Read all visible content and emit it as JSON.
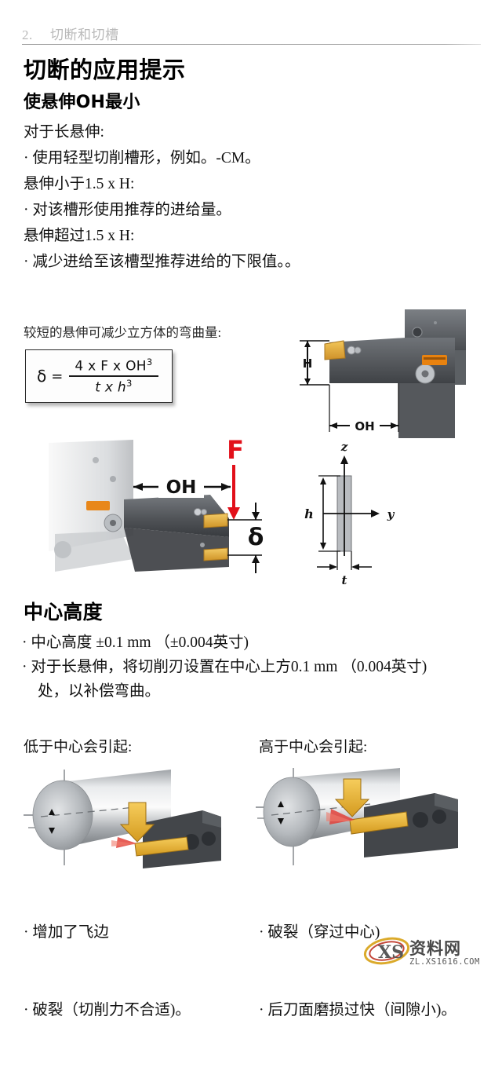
{
  "header": {
    "chapter_number": "2.",
    "chapter_title": "切断和切槽"
  },
  "page_title": "切断的应用提示",
  "section_overhang": {
    "heading": "使悬伸OH最小",
    "lines": [
      "对于长悬伸:",
      "· 使用轻型切削槽形，例如。-CM。",
      "悬伸小于1.5 x H:",
      "· 对该槽形使用推荐的进给量。",
      "悬伸超过1.5 x H:",
      "· 减少进给至该槽型推荐进给的下限值。。"
    ]
  },
  "formula": {
    "caption": "较短的悬伸可减少立方体的弯曲量:",
    "symbol": "δ",
    "equals": "=",
    "numerator": "4 x F x OH",
    "numerator_exp": "3",
    "denominator": "t x h",
    "denominator_exp": "3"
  },
  "figures": {
    "holder_top": {
      "name": "tool-holder-overhang-diagram",
      "labels": {
        "height": "H",
        "overhang": "OH"
      }
    },
    "holder_mid": {
      "name": "tool-holder-deflection-diagram",
      "labels": {
        "force": "F",
        "overhang": "OH",
        "deflection": "δ"
      }
    },
    "cross_section": {
      "name": "bar-cross-section-diagram",
      "labels": {
        "z_axis": "z",
        "y_axis": "y",
        "height": "h",
        "thickness": "t"
      }
    },
    "below_center": {
      "name": "insert-below-center-illustration"
    },
    "above_center": {
      "name": "insert-above-center-illustration"
    }
  },
  "section_center_height": {
    "heading": "中心高度",
    "bullets": [
      "· 中心高度 ±0.1 mm （±0.004英寸)",
      "· 对于长悬伸，将切削刃设置在中心上方0.1 mm （0.004英寸)",
      "处，以补偿弯曲。"
    ]
  },
  "columns": {
    "left": {
      "heading": "低于中心会引起:",
      "items": [
        "· 增加了飞边",
        "· 破裂（切削力不合适)。"
      ]
    },
    "right": {
      "heading": "高于中心会引起:",
      "items": [
        "· 破裂（穿过中心)",
        "· 后刀面磨损过快（间隙小)。"
      ]
    }
  },
  "watermark": {
    "text_cn": "资料网",
    "url": "ZL.XS1616.COM",
    "logo_letters": "XS"
  },
  "colors": {
    "accent_red": "#e2101a",
    "insert_gold": "#e8b13a",
    "steel_dark": "#4d5053",
    "steel_mid": "#6e7276",
    "rule_gray": "#9a9a9a",
    "header_gray": "#b9b9b9"
  }
}
